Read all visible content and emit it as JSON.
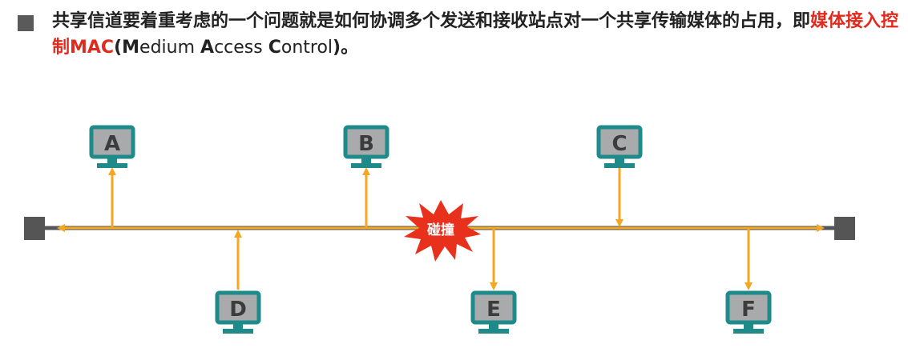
{
  "heading": {
    "text_part1": "共享信道要着重考虑的一个问题就是如何协调多个发送和接收站点对一个共享传输媒体的占用，即",
    "highlight": "媒体接入控制MAC",
    "paren_open": "(",
    "m": "M",
    "m_rest": "edium ",
    "a": "A",
    "a_rest": "ccess ",
    "c": "C",
    "c_rest": "ontrol",
    "paren_close": ")。"
  },
  "collision_label": "碰撞",
  "stations": [
    {
      "label": "A",
      "side": "top",
      "direction": "up"
    },
    {
      "label": "B",
      "side": "top",
      "direction": "up"
    },
    {
      "label": "C",
      "side": "top",
      "direction": "down"
    },
    {
      "label": "D",
      "side": "bottom",
      "direction": "up"
    },
    {
      "label": "E",
      "side": "bottom",
      "direction": "down"
    },
    {
      "label": "F",
      "side": "bottom",
      "direction": "down"
    }
  ],
  "colors": {
    "bus": "#555555",
    "signal": "#f5a623",
    "monitor_border": "#1f8a8a",
    "monitor_fill": "#a9aaab",
    "collision": "#e8311c"
  }
}
